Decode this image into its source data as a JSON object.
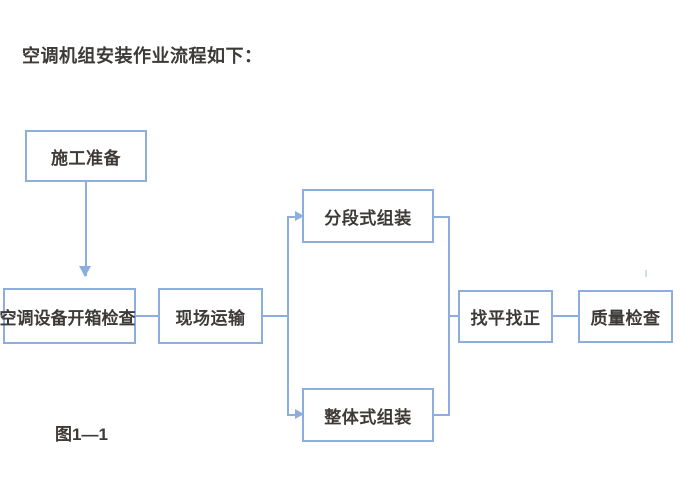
{
  "document": {
    "title_text": "空调机组安装作业流程如下：",
    "caption_text": "图1—1"
  },
  "colors": {
    "box_border": "#8cadde",
    "connector": "#8cadde",
    "text": "#3d3a38",
    "background": "#ffffff"
  },
  "flowchart": {
    "type": "process-flow-diagram",
    "orientation": "left-to-right",
    "nodes": [
      {
        "id": "construction-preparation",
        "label": "施工准备"
      },
      {
        "id": "equipment-unpacking-inspection",
        "label": "空调设备开箱检查"
      },
      {
        "id": "onsite-transport",
        "label": "现场运输"
      },
      {
        "id": "segmented-assembly",
        "label": "分段式组装"
      },
      {
        "id": "integrated-assembly",
        "label": "整体式组装"
      },
      {
        "id": "leveling-alignment",
        "label": "找平找正"
      },
      {
        "id": "quality-inspection",
        "label": "质量检查"
      }
    ],
    "edges": [
      {
        "from": "construction-preparation",
        "to": "equipment-unpacking-inspection",
        "arrow": "down"
      },
      {
        "from": "equipment-unpacking-inspection",
        "to": "onsite-transport",
        "arrow": "none"
      },
      {
        "from": "onsite-transport",
        "to": "segmented-assembly",
        "arrow": "right"
      },
      {
        "from": "onsite-transport",
        "to": "integrated-assembly",
        "arrow": "right"
      },
      {
        "from": "segmented-assembly",
        "to": "leveling-alignment",
        "arrow": "none"
      },
      {
        "from": "integrated-assembly",
        "to": "leveling-alignment",
        "arrow": "none"
      },
      {
        "from": "leveling-alignment",
        "to": "quality-inspection",
        "arrow": "none"
      }
    ]
  }
}
